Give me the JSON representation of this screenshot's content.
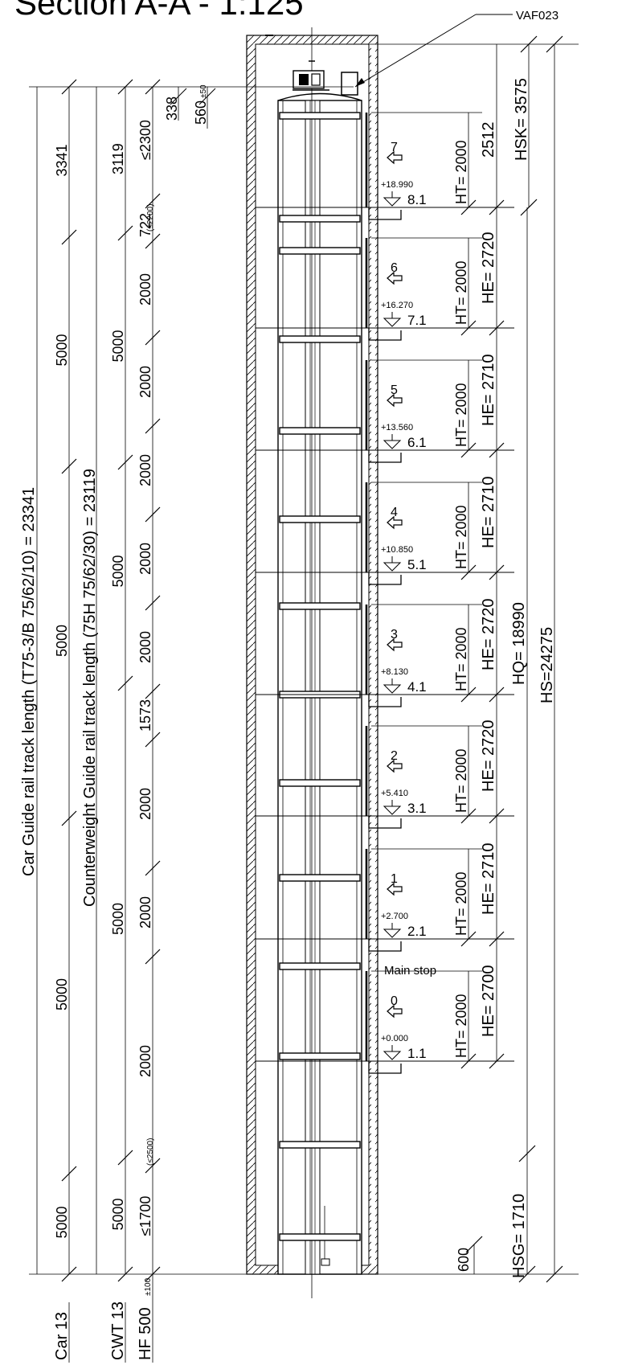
{
  "title": "Section A-A - 1:125",
  "label_vaf": "VAF023",
  "car_rail_label": "Car Guide rail track length (T75-3/B 75/62/10) = 23341",
  "cwt_rail_label": "Counterweight Guide rail track length (75H 75/62/30) = 23119",
  "car_rail_segments": [
    "3341",
    "5000",
    "5000",
    "5000",
    "5000"
  ],
  "cwt_rail_segments": [
    "3119",
    "5000",
    "5000",
    "5000",
    "5000"
  ],
  "bracket_spacings": [
    "≤2300",
    "722",
    "2000",
    "2000",
    "2000",
    "2000",
    "2000",
    "1573",
    "2000",
    "2000",
    "2000",
    "≤1700"
  ],
  "bracket_notes": {
    "n2200": "(≤2200)",
    "n2500": "(≤2500)"
  },
  "top_dims": {
    "d338": "338",
    "d560": "560",
    "d560_tol": "±50"
  },
  "bottom_labels": {
    "car": "Car 13",
    "cwt": "CWT 13",
    "hf": "HF 500",
    "hf_tol": "±100"
  },
  "floors": [
    {
      "num": "7",
      "level": "+18.990",
      "code": "8.1",
      "ht": "HT= 2000",
      "he": "2512"
    },
    {
      "num": "6",
      "level": "+16.270",
      "code": "7.1",
      "ht": "HT= 2000",
      "he": "HE= 2720"
    },
    {
      "num": "5",
      "level": "+13.560",
      "code": "6.1",
      "ht": "HT= 2000",
      "he": "HE= 2710"
    },
    {
      "num": "4",
      "level": "+10.850",
      "code": "5.1",
      "ht": "HT= 2000",
      "he": "HE= 2710"
    },
    {
      "num": "3",
      "level": "+8.130",
      "code": "4.1",
      "ht": "HT= 2000",
      "he": "HE= 2720"
    },
    {
      "num": "2",
      "level": "+5.410",
      "code": "3.1",
      "ht": "HT= 2000",
      "he": "HE= 2720"
    },
    {
      "num": "1",
      "level": "+2.700",
      "code": "2.1",
      "ht": "HT= 2000",
      "he": "HE= 2710"
    },
    {
      "num": "0",
      "level": "+0.000",
      "code": "1.1",
      "ht": "HT= 2000",
      "he": "HE= 2700"
    }
  ],
  "main_stop": "Main stop",
  "hsk": "HSK= 3575",
  "hq": "HQ= 18990",
  "hs": "HS=24275",
  "hsg": "HSG= 1710",
  "pit_dim": "600"
}
